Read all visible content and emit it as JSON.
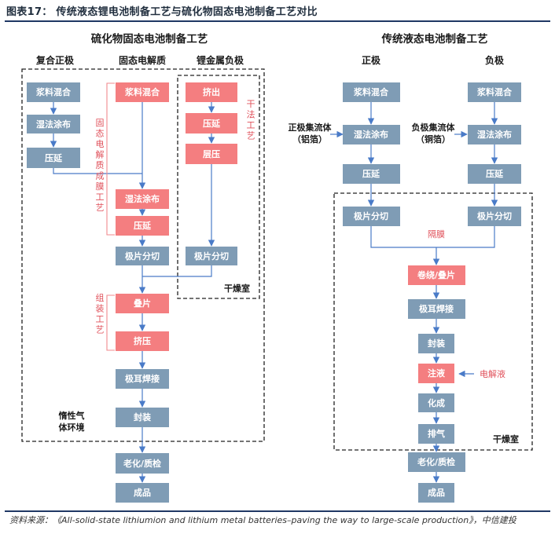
{
  "figure_title": "图表17：  传统液态锂电池制备工艺与硫化物固态电池制备工艺对比",
  "source_text": "资料来源：《All-solid-state lithiumion and lithium metal batteries–paving the way to large-scale production》，中信建投",
  "left": {
    "title": "硫化物固态电池制备工艺",
    "col_headers": [
      "复合正极",
      "固态电解质",
      "锂金属负极"
    ],
    "cathode_boxes": [
      "浆料混合",
      "湿法涂布",
      "压延"
    ],
    "electrolyte_boxes": [
      "浆料混合",
      "湿法涂布",
      "压延",
      "极片分切",
      "叠片",
      "挤压",
      "极耳焊接",
      "封装",
      "老化/质检",
      "成品"
    ],
    "anode_boxes": [
      "挤出",
      "压延",
      "层压",
      "极片分切"
    ],
    "annotations": {
      "membrane": "固态电解质成膜工艺",
      "dry": "干法工艺",
      "assembly": "组装工艺",
      "dry_room": "干燥室",
      "inert_gas": "惰性气体环境"
    }
  },
  "right": {
    "title": "传统液态电池制备工艺",
    "col_headers": [
      "正极",
      "负极"
    ],
    "pos_boxes": [
      "浆料混合",
      "湿法涂布",
      "压延",
      "极片分切"
    ],
    "neg_boxes": [
      "浆料混合",
      "湿法涂布",
      "压延",
      "极片分切"
    ],
    "center_boxes": [
      "卷绕/叠片",
      "极耳焊接",
      "封装",
      "注液",
      "化成",
      "排气",
      "老化/质检",
      "成品"
    ],
    "annotations": {
      "pos_collector": "正极集流体（铝箔）",
      "neg_collector": "负极集流体（铜箔）",
      "separator": "隔膜",
      "electrolyte": "电解液",
      "dry_room": "干燥室"
    }
  },
  "colors": {
    "blue_box": "#7f9cb5",
    "red_box": "#f47e80",
    "arrow": "#4a7bc8",
    "red_text": "#e0505a"
  }
}
